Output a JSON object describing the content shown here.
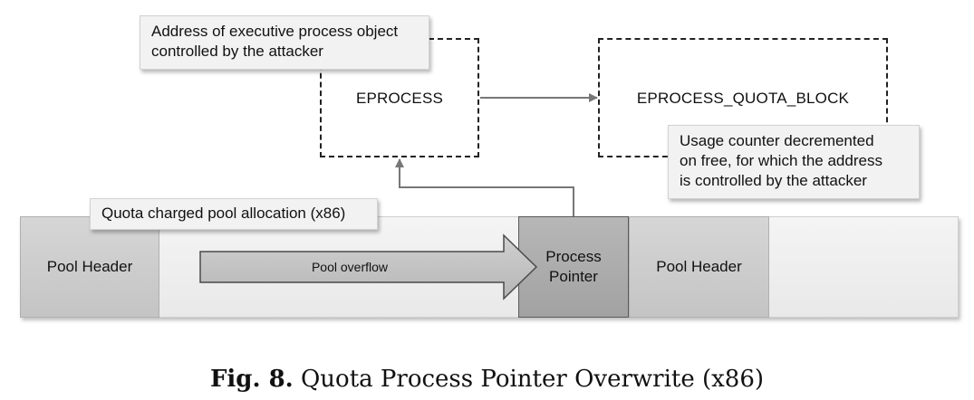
{
  "diagram": {
    "eprocess_label": "EPROCESS",
    "quota_block_label": "EPROCESS_QUOTA_BLOCK",
    "callout_address": {
      "line1": "Address of executive process object",
      "line2": "controlled by the attacker"
    },
    "callout_usage": {
      "line1": "Usage counter decremented",
      "line2": "on free, for which the address",
      "line3": "is controlled by the attacker"
    },
    "callout_quota": "Quota charged pool allocation (x86)",
    "pool_header_left": "Pool Header",
    "pool_overflow": "Pool overflow",
    "process_pointer": {
      "line1": "Process",
      "line2": "Pointer"
    },
    "pool_header_right": "Pool Header"
  },
  "caption": {
    "figure_number": "Fig. 8.",
    "title": "Quota Process Pointer Overwrite (x86)"
  }
}
